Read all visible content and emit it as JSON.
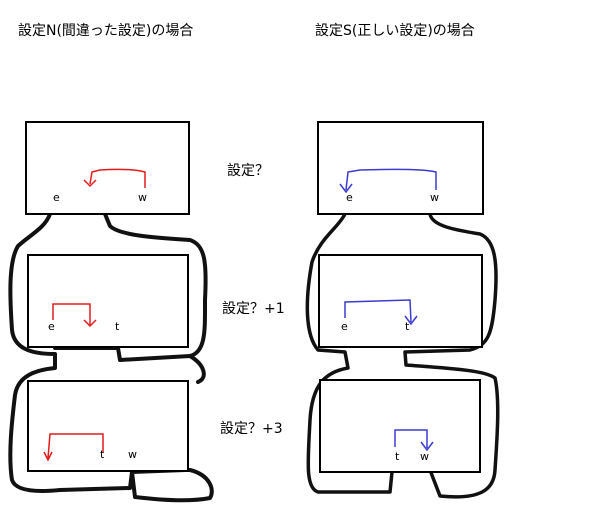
{
  "titles": {
    "left": "設定N(間違った設定)の場合",
    "right": "設定S(正しい設定)の場合"
  },
  "middle_labels": [
    "設定？",
    "設定？+1",
    "設定？+3"
  ],
  "left_diagram": {
    "boxes": [
      {
        "letters": [
          "e",
          "w"
        ]
      },
      {
        "letters": [
          "e",
          "t"
        ]
      },
      {
        "letters": [
          "t",
          "w"
        ]
      }
    ],
    "arrow_color": "#e31b1b"
  },
  "right_diagram": {
    "boxes": [
      {
        "letters": [
          "e",
          "w"
        ]
      },
      {
        "letters": [
          "e",
          "t"
        ]
      },
      {
        "letters": [
          "t",
          "w"
        ]
      }
    ],
    "arrow_color": "#3b3bd1"
  }
}
